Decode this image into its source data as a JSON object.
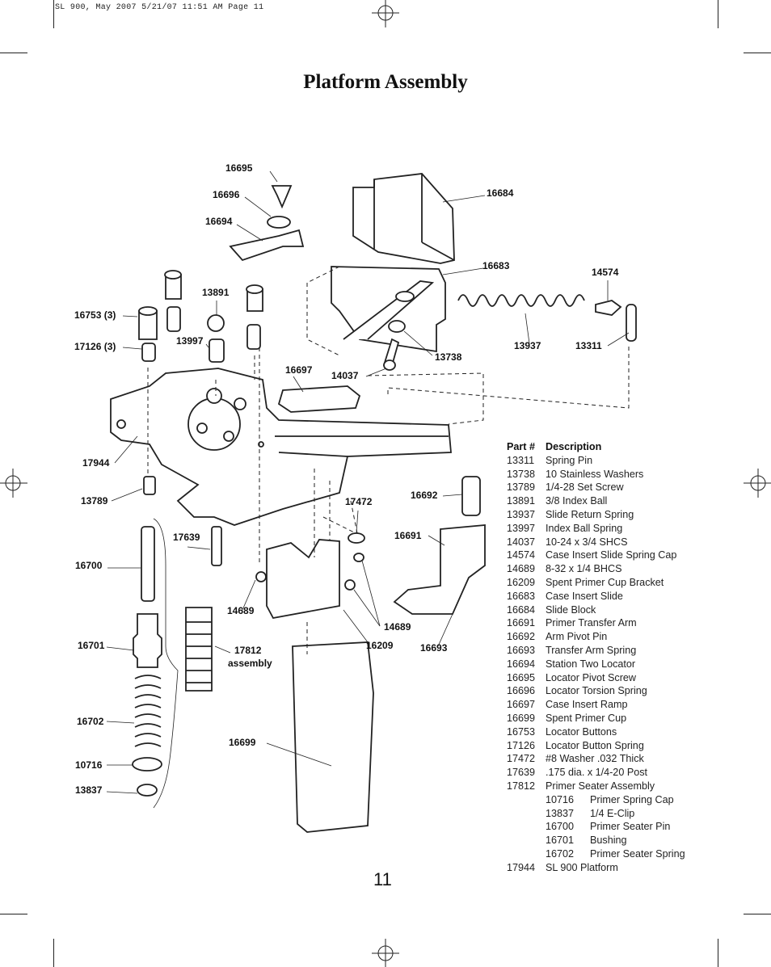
{
  "slug_line": "SL 900, May 2007  5/21/07  11:51 AM  Page 11",
  "title": "Platform Assembly",
  "page_number": "11",
  "callouts": {
    "c16695": "16695",
    "c16696": "16696",
    "c16694": "16694",
    "c16684": "16684",
    "c16683": "16683",
    "c14574": "14574",
    "c13891": "13891",
    "c16753": "16753 (3)",
    "c17126": "17126 (3)",
    "c13997": "13997",
    "c13938": "13738",
    "c13937": "13937",
    "c13311": "13311",
    "c14037": "14037",
    "c16697": "16697",
    "c17944": "17944",
    "c13789": "13789",
    "c16692": "16692",
    "c17472": "17472",
    "c16691": "16691",
    "c17639": "17639",
    "c16700": "16700",
    "c14689a": "14689",
    "c14689b": "14689",
    "c16701": "16701",
    "c17812": "17812",
    "c17812b": "assembly",
    "c16209": "16209",
    "c16693": "16693",
    "c16702": "16702",
    "c16699": "16699",
    "c10716": "10716",
    "c13837": "13837"
  },
  "parts_table": {
    "header": {
      "part": "Part #",
      "description": "Description"
    },
    "rows": [
      {
        "part": "13311",
        "description": "Spring Pin"
      },
      {
        "part": "13738",
        "description": "10 Stainless Washers"
      },
      {
        "part": "13789",
        "description": "1/4-28 Set Screw"
      },
      {
        "part": "13891",
        "description": "3/8 Index Ball"
      },
      {
        "part": "13937",
        "description": "Slide Return Spring"
      },
      {
        "part": "13997",
        "description": "Index Ball Spring"
      },
      {
        "part": "14037",
        "description": "10-24 x 3/4 SHCS"
      },
      {
        "part": "14574",
        "description": "Case Insert Slide Spring Cap"
      },
      {
        "part": "14689",
        "description": "8-32 x 1/4 BHCS"
      },
      {
        "part": "16209",
        "description": "Spent Primer Cup Bracket"
      },
      {
        "part": "16683",
        "description": "Case Insert Slide"
      },
      {
        "part": "16684",
        "description": "Slide Block"
      },
      {
        "part": "16691",
        "description": "Primer Transfer Arm"
      },
      {
        "part": "16692",
        "description": "Arm Pivot Pin"
      },
      {
        "part": "16693",
        "description": "Transfer Arm Spring"
      },
      {
        "part": "16694",
        "description": "Station Two Locator"
      },
      {
        "part": "16695",
        "description": "Locator Pivot Screw"
      },
      {
        "part": "16696",
        "description": "Locator Torsion Spring"
      },
      {
        "part": "16697",
        "description": "Case Insert Ramp"
      },
      {
        "part": "16699",
        "description": "Spent Primer Cup"
      },
      {
        "part": "16753",
        "description": "Locator Buttons"
      },
      {
        "part": "17126",
        "description": "Locator Button Spring"
      },
      {
        "part": "17472",
        "description": "#8 Washer .032 Thick"
      },
      {
        "part": "17639",
        "description": ".175 dia. x 1/4-20 Post"
      },
      {
        "part": "17812",
        "description": "Primer Seater Assembly"
      }
    ],
    "sub_rows": [
      {
        "part": "10716",
        "description": "Primer Spring Cap"
      },
      {
        "part": "13837",
        "description": "1/4 E-Clip"
      },
      {
        "part": "16700",
        "description": "Primer Seater Pin"
      },
      {
        "part": "16701",
        "description": "Bushing"
      },
      {
        "part": "16702",
        "description": "Primer Seater Spring"
      }
    ],
    "last_row": {
      "part": "17944",
      "description": "SL 900 Platform"
    }
  }
}
